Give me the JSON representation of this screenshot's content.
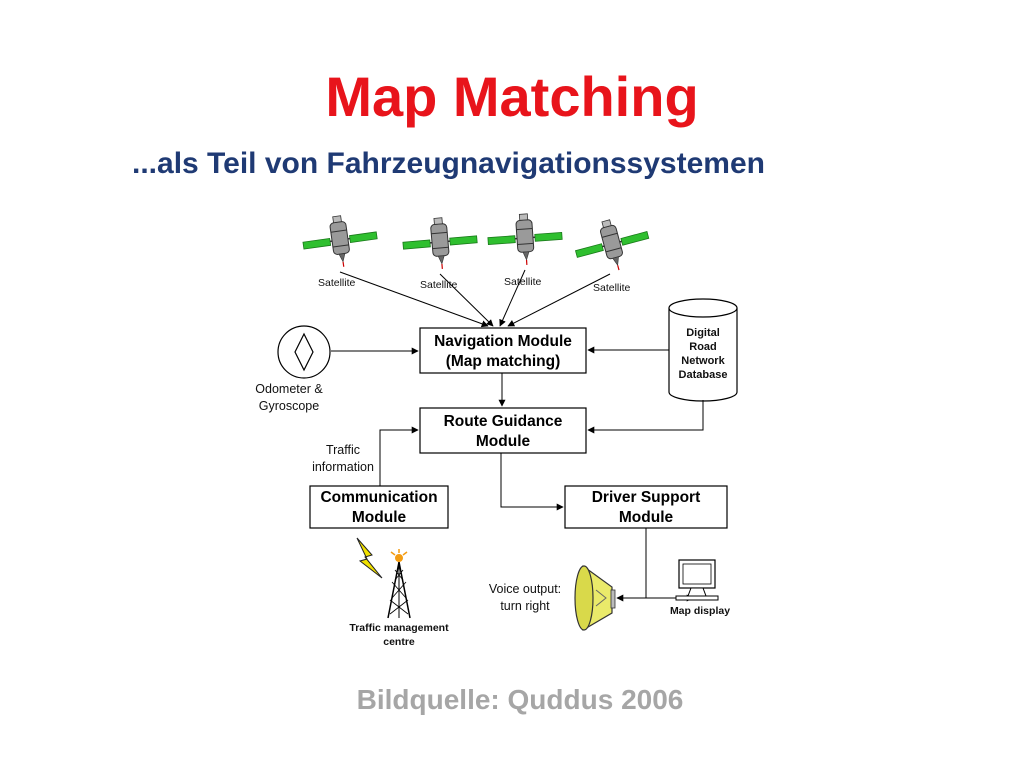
{
  "slide": {
    "title": "Map Matching",
    "subtitle": "...als Teil von Fahrzeugnavigationssystemen",
    "source": "Bildquelle: Quddus 2006",
    "title_color": "#e8141b",
    "subtitle_color": "#1f3a74",
    "source_color": "#a6a6a6"
  },
  "diagram": {
    "satellites": [
      {
        "label": "Satellite"
      },
      {
        "label": "Satellite"
      },
      {
        "label": "Satellite"
      },
      {
        "label": "Satellite"
      }
    ],
    "navigation_module": {
      "line1": "Navigation Module",
      "line2": "(Map matching)"
    },
    "route_guidance": {
      "line1": "Route Guidance",
      "line2": "Module"
    },
    "communication_module": {
      "line1": "Communication",
      "line2": "Module"
    },
    "driver_support": {
      "line1": "Driver Support",
      "line2": "Module"
    },
    "database": {
      "line1": "Digital",
      "line2": "Road",
      "line3": "Network",
      "line4": "Database"
    },
    "odometer": {
      "line1": "Odometer &",
      "line2": "Gyroscope"
    },
    "traffic_information": {
      "line1": "Traffic",
      "line2": "information"
    },
    "traffic_centre": {
      "line1": "Traffic management",
      "line2": "centre"
    },
    "voice_output": {
      "line1": "Voice output:",
      "line2": "turn right"
    },
    "map_display": {
      "label": "Map display"
    }
  }
}
